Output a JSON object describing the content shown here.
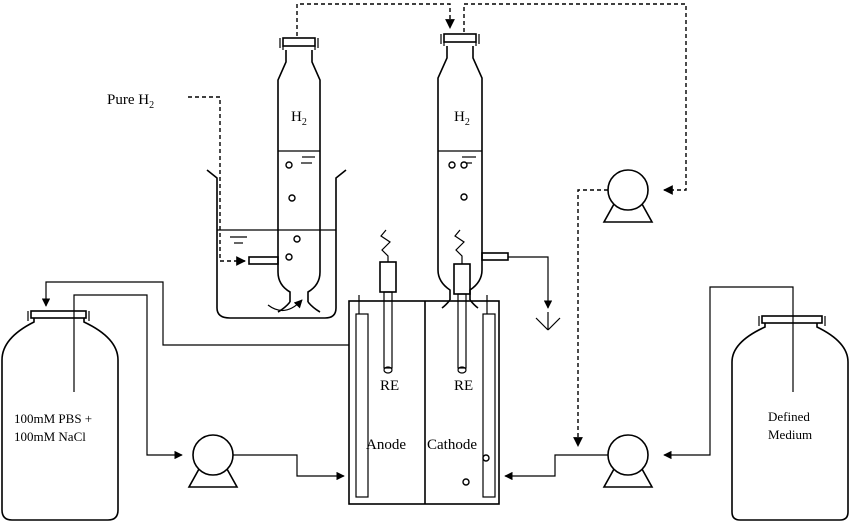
{
  "labels": {
    "pure_h2": "Pure H",
    "pure_h2_sub": "2",
    "h2_left": "H",
    "h2_left_sub": "2",
    "h2_right": "H",
    "h2_right_sub": "2",
    "bottle_left_line1": "100mM PBS +",
    "bottle_left_line2": "100mM NaCl",
    "bottle_right_line1": "Defined",
    "bottle_right_line2": "Medium",
    "re_left": "RE",
    "re_right": "RE",
    "anode": "Anode",
    "cathode": "Cathode"
  }
}
